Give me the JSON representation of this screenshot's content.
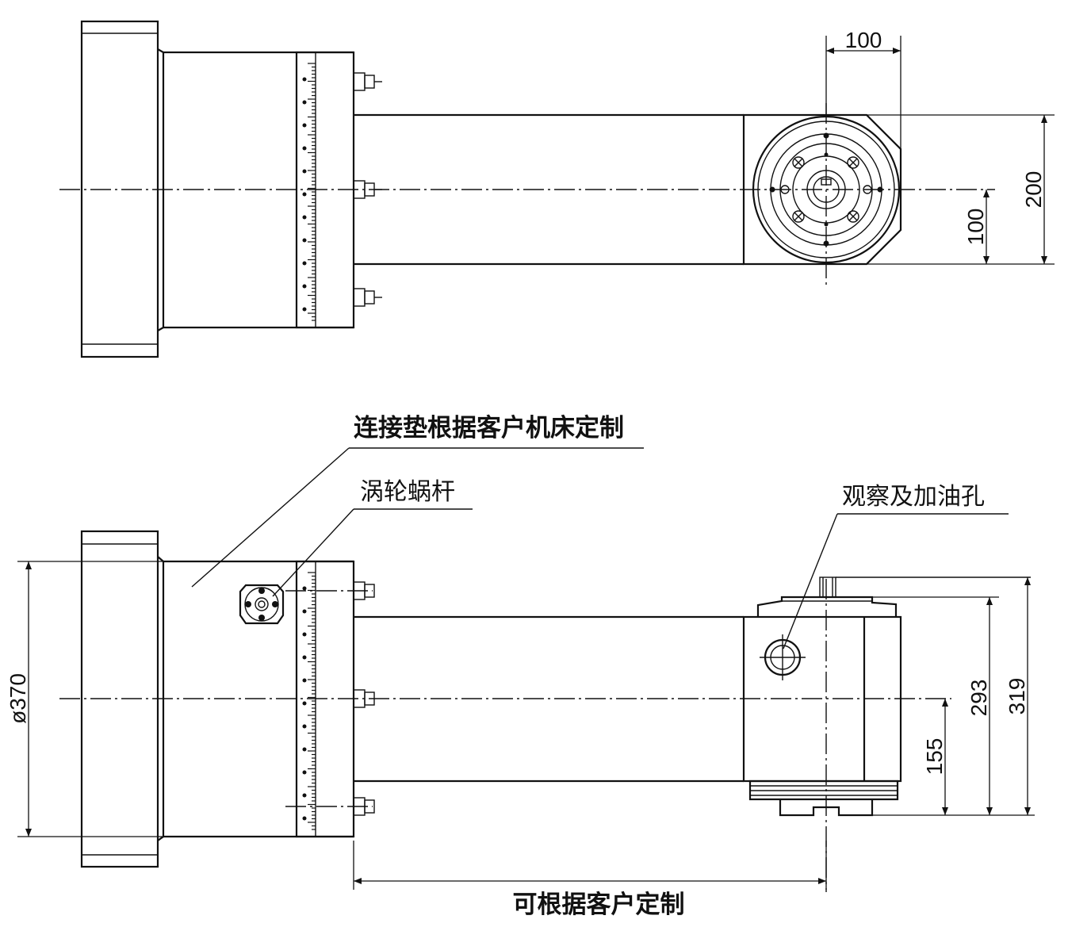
{
  "top_view": {
    "dim_width": "100",
    "dim_height": "200",
    "dim_offset": "100"
  },
  "front_view": {
    "dim_diameter": "ø370",
    "dim_293": "293",
    "dim_319": "319",
    "dim_155": "155"
  },
  "callouts": {
    "connection_pad": "连接垫根据客户机床定制",
    "worm_gear": "涡轮蜗杆",
    "oil_hole": "观察及加油孔",
    "custom_length": "可根据客户定制"
  }
}
